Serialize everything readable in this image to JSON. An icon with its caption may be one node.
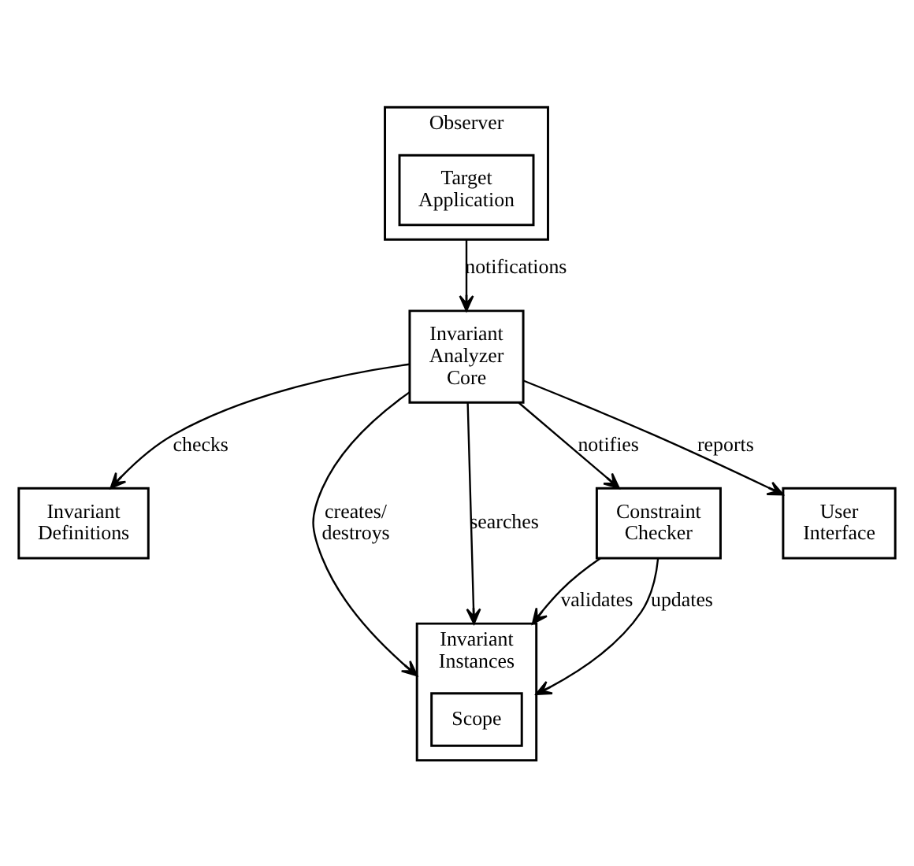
{
  "diagram": {
    "nodes": [
      {
        "text": [
          "Invariant Definitions"
        ]
      },
      {
        "text": [
          "Invariant Instances"
        ]
      },
      {
        "text": [
          "Scope"
        ],
        "in": 1
      },
      {
        "text": [
          "Invariant Analyzer Core"
        ]
      },
      {
        "text": [
          "Constraint Checker"
        ]
      },
      {
        "text": [
          "Observer"
        ]
      },
      {
        "text": [
          "Target Application"
        ],
        "in": 5
      },
      {
        "text": [
          "User Interface"
        ]
      }
    ],
    "edges": [
      {
        "from": 3,
        "to": 0,
        "arrow": "to",
        "label": "checks"
      },
      {
        "from": 3,
        "to": 1,
        "arrow": "to",
        "label": "creates/ destroys"
      },
      {
        "from": 3,
        "to": 1,
        "arrow": "to",
        "label": "searches"
      },
      {
        "from": 4,
        "to": 1,
        "arrow": "to",
        "label": "validates"
      },
      {
        "from": 4,
        "to": 1,
        "arrow": "to",
        "label": "updates"
      },
      {
        "from": 3,
        "to": 4,
        "arrow": "to",
        "label": "notifies"
      },
      {
        "from": 5,
        "to": 3,
        "arrow": "to",
        "label": "notifications"
      },
      {
        "from": 3,
        "to": 7,
        "arrow": "to",
        "label": "reports"
      }
    ]
  }
}
